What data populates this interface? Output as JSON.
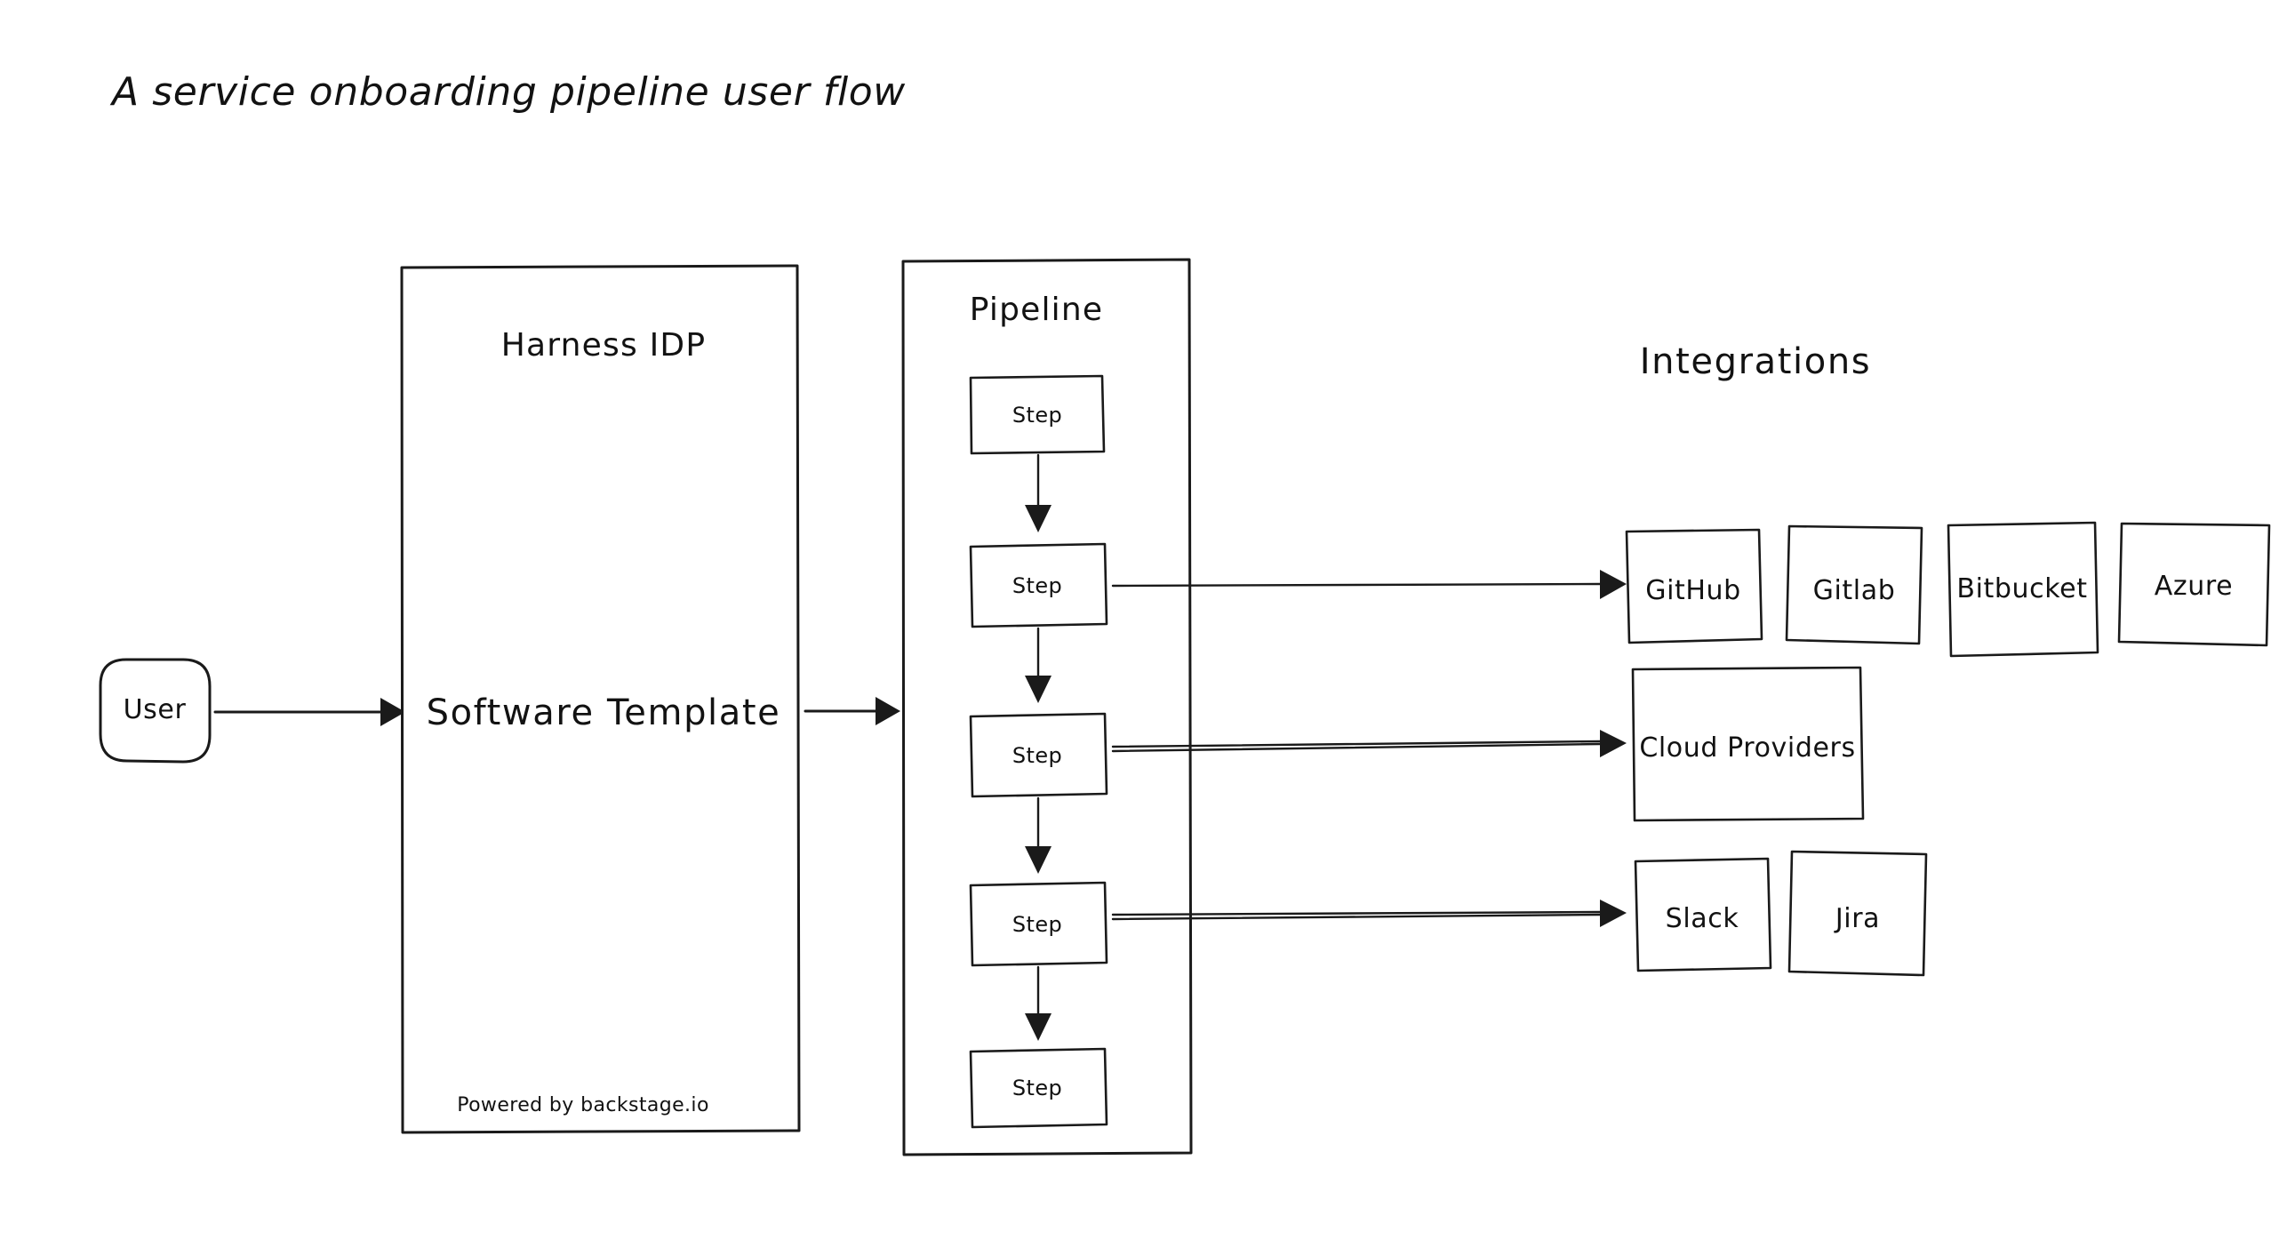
{
  "page": {
    "title": "A service onboarding pipeline user flow",
    "background_color": "#ffffff",
    "ink_color": "#1a1a1a"
  },
  "nodes": {
    "user": {
      "label": "User"
    },
    "harness_idp": {
      "title": "Harness IDP",
      "main_label": "Software Template",
      "footer": "Powered by backstage.io"
    },
    "pipeline": {
      "title": "Pipeline",
      "steps": [
        {
          "label": "Step"
        },
        {
          "label": "Step"
        },
        {
          "label": "Step"
        },
        {
          "label": "Step"
        },
        {
          "label": "Step"
        }
      ]
    },
    "integrations": {
      "title": "Integrations",
      "row_scm": [
        {
          "label": "GitHub"
        },
        {
          "label": "Gitlab"
        },
        {
          "label": "Bitbucket"
        },
        {
          "label": "Azure"
        }
      ],
      "row_cloud": [
        {
          "label": "Cloud Providers"
        }
      ],
      "row_collab": [
        {
          "label": "Slack"
        },
        {
          "label": "Jira"
        }
      ]
    }
  },
  "edges": [
    {
      "from": "user",
      "to": "harness_idp",
      "label": ""
    },
    {
      "from": "harness_idp",
      "to": "pipeline",
      "label": ""
    },
    {
      "from": "pipeline_step_1",
      "to": "pipeline_step_2",
      "label": ""
    },
    {
      "from": "pipeline_step_2",
      "to": "pipeline_step_3",
      "label": ""
    },
    {
      "from": "pipeline_step_3",
      "to": "pipeline_step_4",
      "label": ""
    },
    {
      "from": "pipeline_step_4",
      "to": "pipeline_step_5",
      "label": ""
    },
    {
      "from": "pipeline_step_2",
      "to": "github",
      "label": ""
    },
    {
      "from": "pipeline_step_3",
      "to": "cloud_providers",
      "label": ""
    },
    {
      "from": "pipeline_step_4",
      "to": "slack",
      "label": ""
    }
  ]
}
